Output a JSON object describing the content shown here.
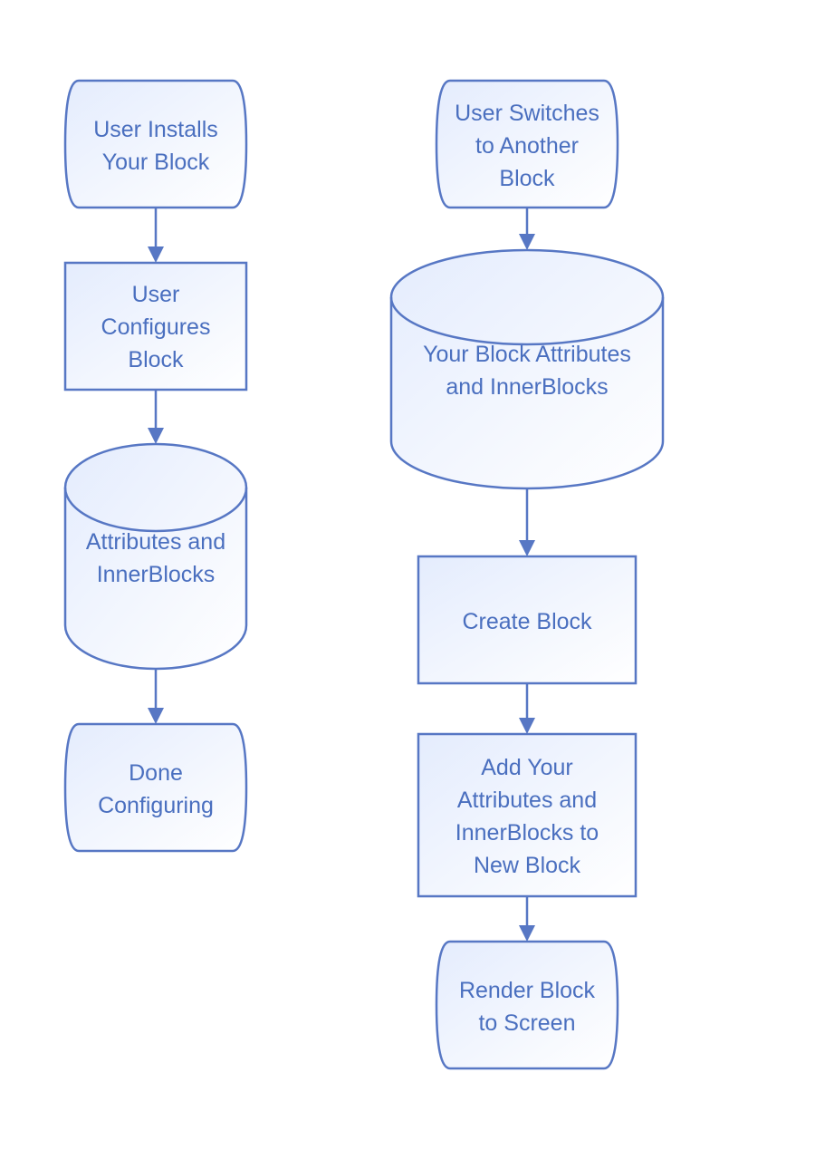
{
  "colors": {
    "stroke": "#5777c4",
    "text": "#4a6fbf",
    "fill_light": "#e4ecfd",
    "fill_white": "#ffffff"
  },
  "flows": [
    {
      "name": "install-flow",
      "nodes": [
        {
          "id": "user-installs-block",
          "shape": "stadium",
          "lines": [
            "User Installs",
            "Your Block"
          ]
        },
        {
          "id": "user-configures-block",
          "shape": "rect",
          "lines": [
            "User",
            "Configures",
            "Block"
          ]
        },
        {
          "id": "attributes-and-innerblocks",
          "shape": "cylinder",
          "lines": [
            "Attributes and",
            "InnerBlocks"
          ]
        },
        {
          "id": "done-configuring",
          "shape": "stadium",
          "lines": [
            "Done",
            "Configuring"
          ]
        }
      ]
    },
    {
      "name": "switch-flow",
      "nodes": [
        {
          "id": "user-switches-block",
          "shape": "stadium",
          "lines": [
            "User Switches",
            "to Another",
            "Block"
          ]
        },
        {
          "id": "your-block-attributes",
          "shape": "cylinder",
          "lines": [
            "Your Block Attributes",
            "and InnerBlocks"
          ]
        },
        {
          "id": "create-block",
          "shape": "rect",
          "lines": [
            "Create Block"
          ]
        },
        {
          "id": "add-attributes-to-new-block",
          "shape": "rect",
          "lines": [
            "Add Your",
            "Attributes and",
            "InnerBlocks to",
            "New Block"
          ]
        },
        {
          "id": "render-block-to-screen",
          "shape": "stadium",
          "lines": [
            "Render Block",
            "to Screen"
          ]
        }
      ]
    }
  ]
}
